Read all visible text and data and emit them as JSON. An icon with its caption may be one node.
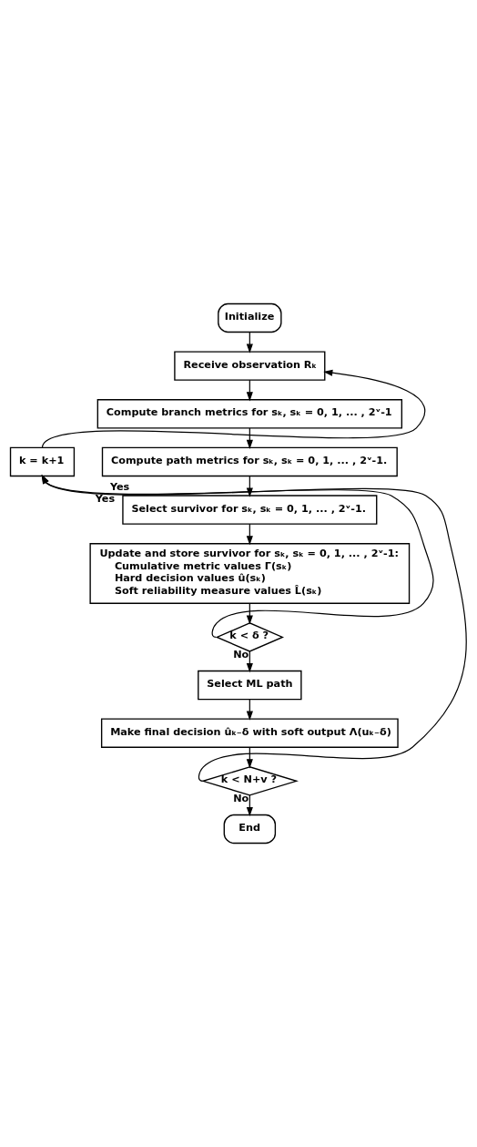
{
  "diagram": {
    "nodes": [
      {
        "text": [
          "Initialize"
        ]
      },
      {
        "text": [
          "Receive observation Rₖ"
        ]
      },
      {
        "text": [
          "Compute branch metrics for sₖ, sₖ = 0, 1, ... , 2ᵛ-1"
        ]
      },
      {
        "text": [
          "Compute path metrics for sₖ, sₖ = 0, 1, ... , 2ᵛ-1."
        ]
      },
      {
        "text": [
          "Select survivor for sₖ, sₖ = 0, 1, ... , 2ᵛ-1."
        ]
      },
      {
        "text": [
          "Update and store survivor for sₖ, sₖ = 0, 1, ... , 2ᵛ-1:",
          "Cumulative metric values Γ(sₖ)",
          "Hard decision values û(sₖ)",
          "Soft reliability measure values L̂(sₖ)"
        ]
      },
      {
        "text": [
          "k < δ ?"
        ]
      },
      {
        "text": [
          "Select ML path"
        ]
      },
      {
        "text": [
          "Make final decision ûₖ₋δ with soft output Λ(uₖ₋δ)"
        ]
      },
      {
        "text": [
          "k < N+v ?"
        ]
      },
      {
        "text": [
          "End"
        ]
      },
      {
        "text": [
          "k = k+1"
        ]
      }
    ],
    "edges": [
      {
        "from": 0,
        "to": 1,
        "arrow": "to"
      },
      {
        "from": 1,
        "to": 2,
        "arrow": "to"
      },
      {
        "from": 2,
        "to": 3,
        "arrow": "to"
      },
      {
        "from": 3,
        "to": 4,
        "arrow": "to"
      },
      {
        "from": 4,
        "to": 5,
        "arrow": "to"
      },
      {
        "from": 5,
        "to": 6,
        "arrow": "to"
      },
      {
        "from": 6,
        "to": 11,
        "arrow": "to",
        "label": "Yes"
      },
      {
        "from": 6,
        "to": 7,
        "arrow": "to",
        "label": "No"
      },
      {
        "from": 7,
        "to": 8,
        "arrow": "to"
      },
      {
        "from": 8,
        "to": 9,
        "arrow": "to"
      },
      {
        "from": 9,
        "to": 11,
        "arrow": "to",
        "label": "Yes"
      },
      {
        "from": 9,
        "to": 10,
        "arrow": "to",
        "label": "No"
      },
      {
        "from": 11,
        "to": 1,
        "arrow": "to"
      }
    ]
  }
}
